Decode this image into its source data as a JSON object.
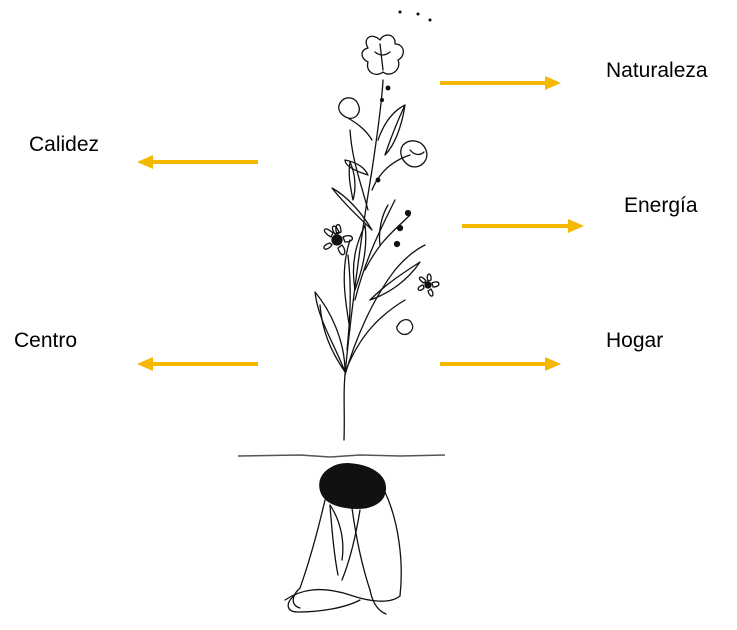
{
  "labels": {
    "naturaleza": "Naturaleza",
    "calidez": "Calidez",
    "energia": "Energía",
    "centro": "Centro",
    "hogar": "Hogar"
  },
  "colors": {
    "arrow": "#F5B800",
    "ink": "#111111"
  },
  "icons": [
    "flowering-plant-illustration",
    "seated-figure-illustration",
    "arrow-right",
    "arrow-left"
  ]
}
